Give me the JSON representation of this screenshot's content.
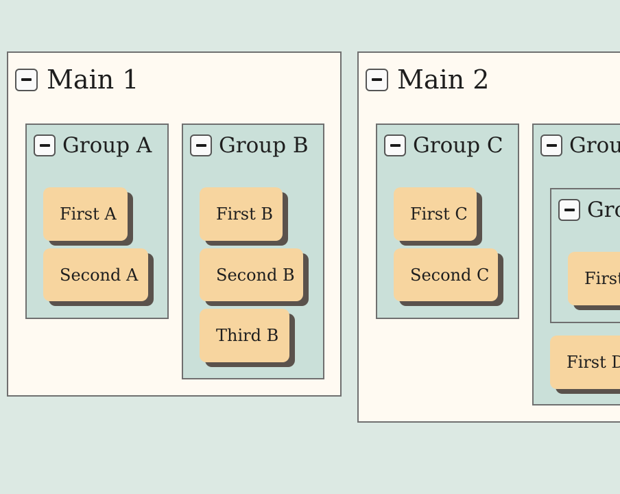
{
  "main1": {
    "title": "Main 1",
    "groupA": {
      "title": "Group A",
      "items": [
        "First A",
        "Second A"
      ]
    },
    "groupB": {
      "title": "Group B",
      "items": [
        "First B",
        "Second B",
        "Third B"
      ]
    }
  },
  "main2": {
    "title": "Main 2",
    "groupC": {
      "title": "Group C",
      "items": [
        "First C",
        "Second C"
      ]
    },
    "groupD": {
      "title": "Group D",
      "subgroup": {
        "title": "Group",
        "items": [
          "First"
        ]
      },
      "items": [
        "First D"
      ]
    }
  },
  "colors": {
    "background": "#dce9e3",
    "main_panel": "#fffaf2",
    "group_panel": "#cae0d9",
    "card": "#f7d59f",
    "card_shadow": "#5a524c",
    "border": "#6f6f6f"
  },
  "icons": {
    "collapse": "minus-icon"
  }
}
